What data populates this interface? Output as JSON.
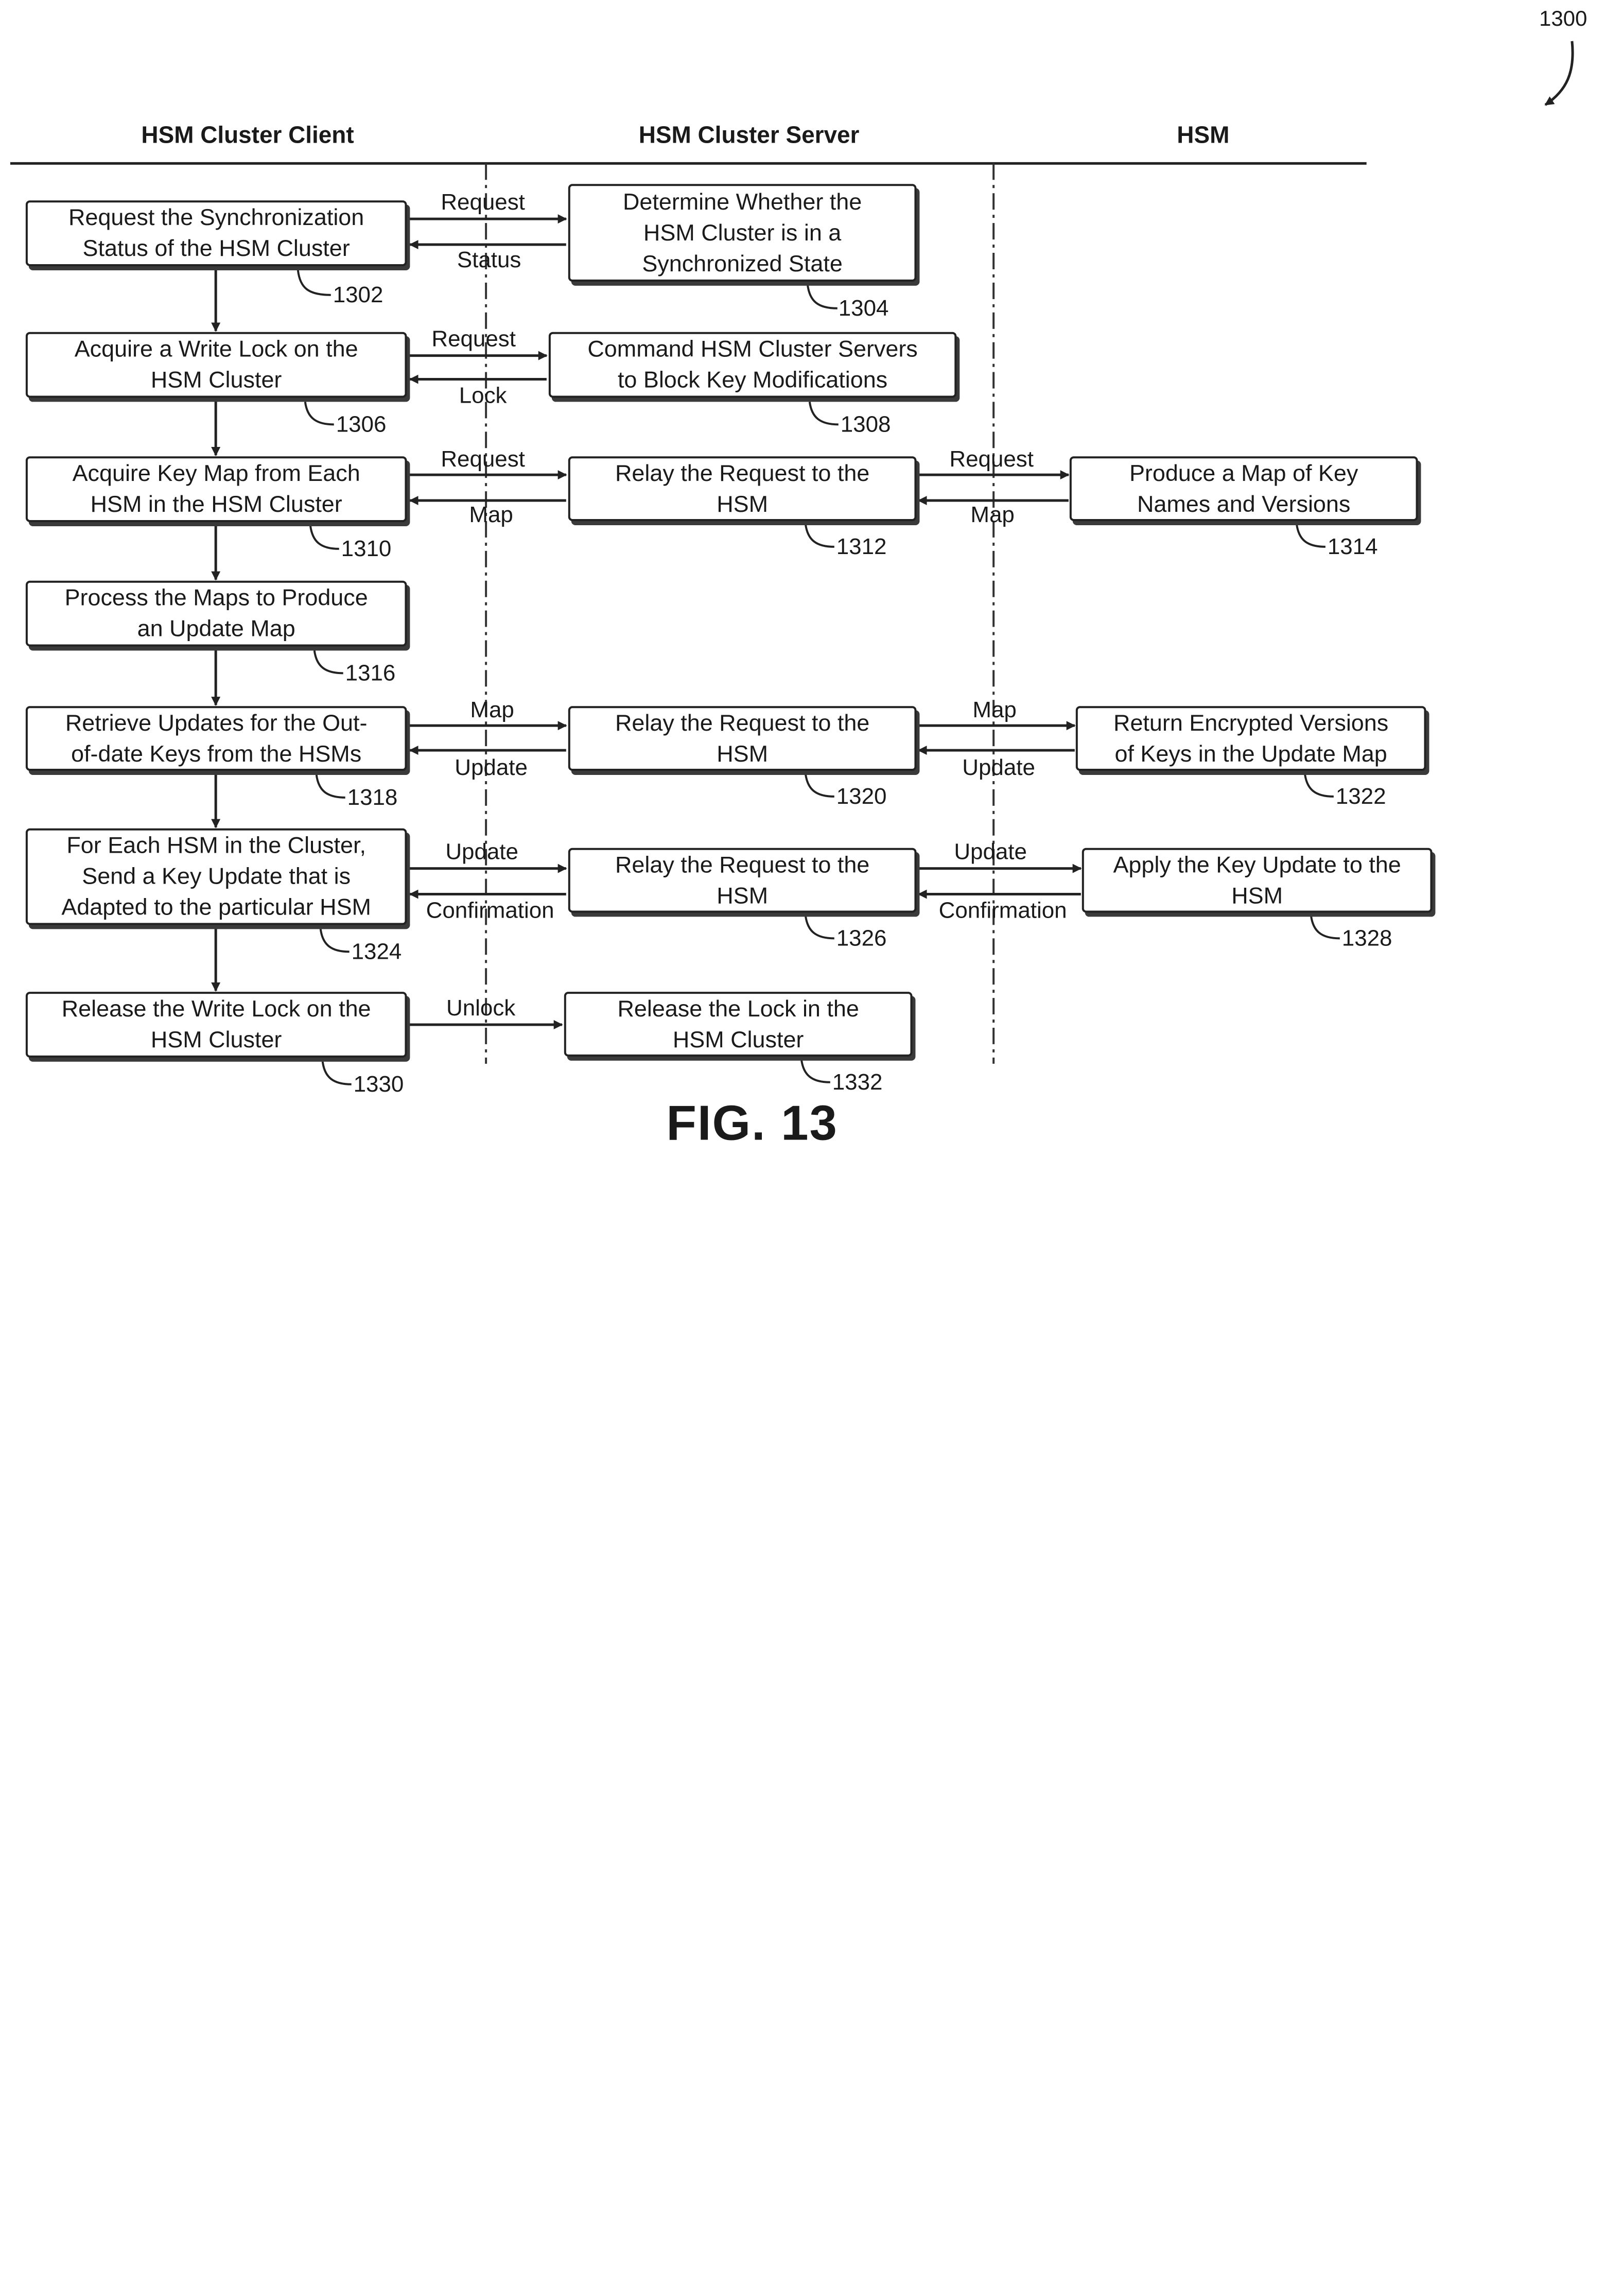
{
  "figure_ref": "1300",
  "figure_label": "FIG. 13",
  "lanes": {
    "client": "HSM Cluster Client",
    "server": "HSM Cluster Server",
    "hsm": "HSM"
  },
  "steps": {
    "s1302": {
      "text": "Request the Synchronization\nStatus of the HSM Cluster",
      "ref": "1302"
    },
    "s1304": {
      "text": "Determine Whether the\nHSM Cluster is in a\nSynchronized State",
      "ref": "1304"
    },
    "s1306": {
      "text": "Acquire a Write Lock on the\nHSM Cluster",
      "ref": "1306"
    },
    "s1308": {
      "text": "Command HSM Cluster Servers\nto Block Key Modifications",
      "ref": "1308"
    },
    "s1310": {
      "text": "Acquire Key Map from Each\nHSM in the HSM Cluster",
      "ref": "1310"
    },
    "s1312": {
      "text": "Relay the Request to the\nHSM",
      "ref": "1312"
    },
    "s1314": {
      "text": "Produce a Map of Key\nNames and Versions",
      "ref": "1314"
    },
    "s1316": {
      "text": "Process the Maps to Produce\nan Update Map",
      "ref": "1316"
    },
    "s1318": {
      "text": "Retrieve Updates for the Out-\nof-date Keys from the HSMs",
      "ref": "1318"
    },
    "s1320": {
      "text": "Relay the Request to the\nHSM",
      "ref": "1320"
    },
    "s1322": {
      "text": "Return Encrypted Versions\nof Keys in the Update Map",
      "ref": "1322"
    },
    "s1324": {
      "text": "For Each HSM in the Cluster,\nSend a Key Update that is\nAdapted to the particular HSM",
      "ref": "1324"
    },
    "s1326": {
      "text": "Relay the Request to the\nHSM",
      "ref": "1326"
    },
    "s1328": {
      "text": "Apply the Key Update to the\nHSM",
      "ref": "1328"
    },
    "s1330": {
      "text": "Release the Write Lock on the\nHSM Cluster",
      "ref": "1330"
    },
    "s1332": {
      "text": "Release the Lock in the\nHSM Cluster",
      "ref": "1332"
    }
  },
  "messages": {
    "m1_fwd": "Request",
    "m1_back": "Status",
    "m2_fwd": "Request",
    "m2_back": "Lock",
    "m3_fwd": "Request",
    "m3_back": "Map",
    "m3b_fwd": "Request",
    "m3b_back": "Map",
    "m4_fwd": "Map",
    "m4_back": "Update",
    "m4b_fwd": "Map",
    "m4b_back": "Update",
    "m5_fwd": "Update",
    "m5_back": "Confirmation",
    "m5b_fwd": "Update",
    "m5b_back": "Confirmation",
    "m6_fwd": "Unlock"
  }
}
